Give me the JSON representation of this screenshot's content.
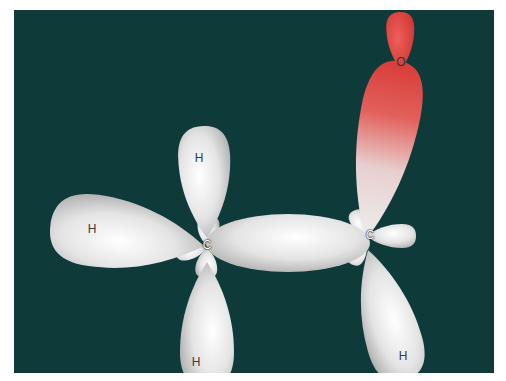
{
  "diagram": {
    "labels": [
      "O",
      "H",
      "H",
      "C",
      "C",
      "H",
      "H"
    ]
  }
}
